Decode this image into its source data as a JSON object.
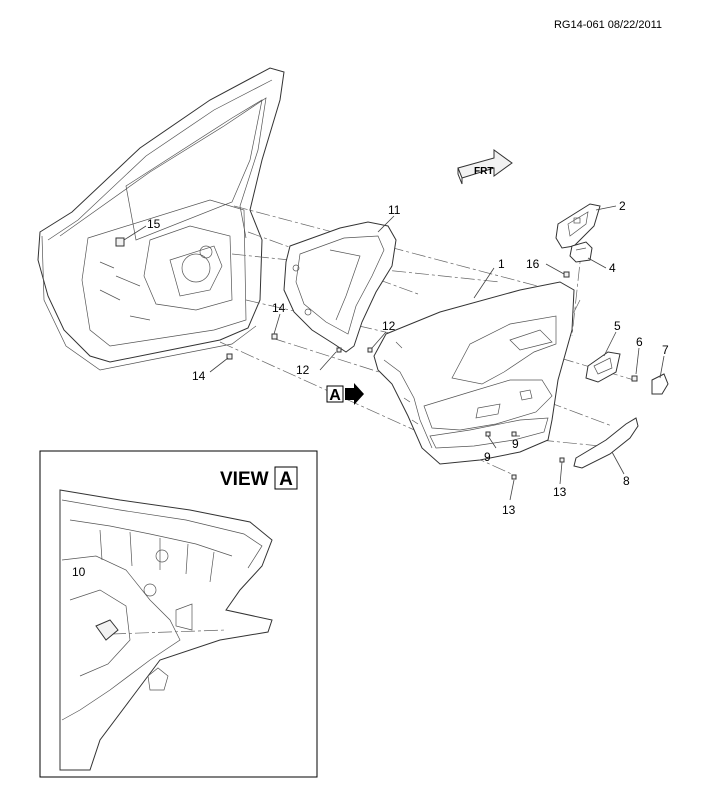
{
  "header": {
    "code": "RG14-061 08/22/2011"
  },
  "orientation": {
    "label": "FRT"
  },
  "view_ref": {
    "letter": "A"
  },
  "inset": {
    "title": "VIEW",
    "letter": "A"
  },
  "callouts": {
    "c1": "1",
    "c2": "2",
    "c4": "4",
    "c5": "5",
    "c6": "6",
    "c7": "7",
    "c8": "8",
    "c9a": "9",
    "c9b": "9",
    "c10": "10",
    "c11": "11",
    "c12a": "12",
    "c12b": "12",
    "c13a": "13",
    "c13b": "13",
    "c14a": "14",
    "c14b": "14",
    "c15": "15",
    "c16": "16"
  }
}
